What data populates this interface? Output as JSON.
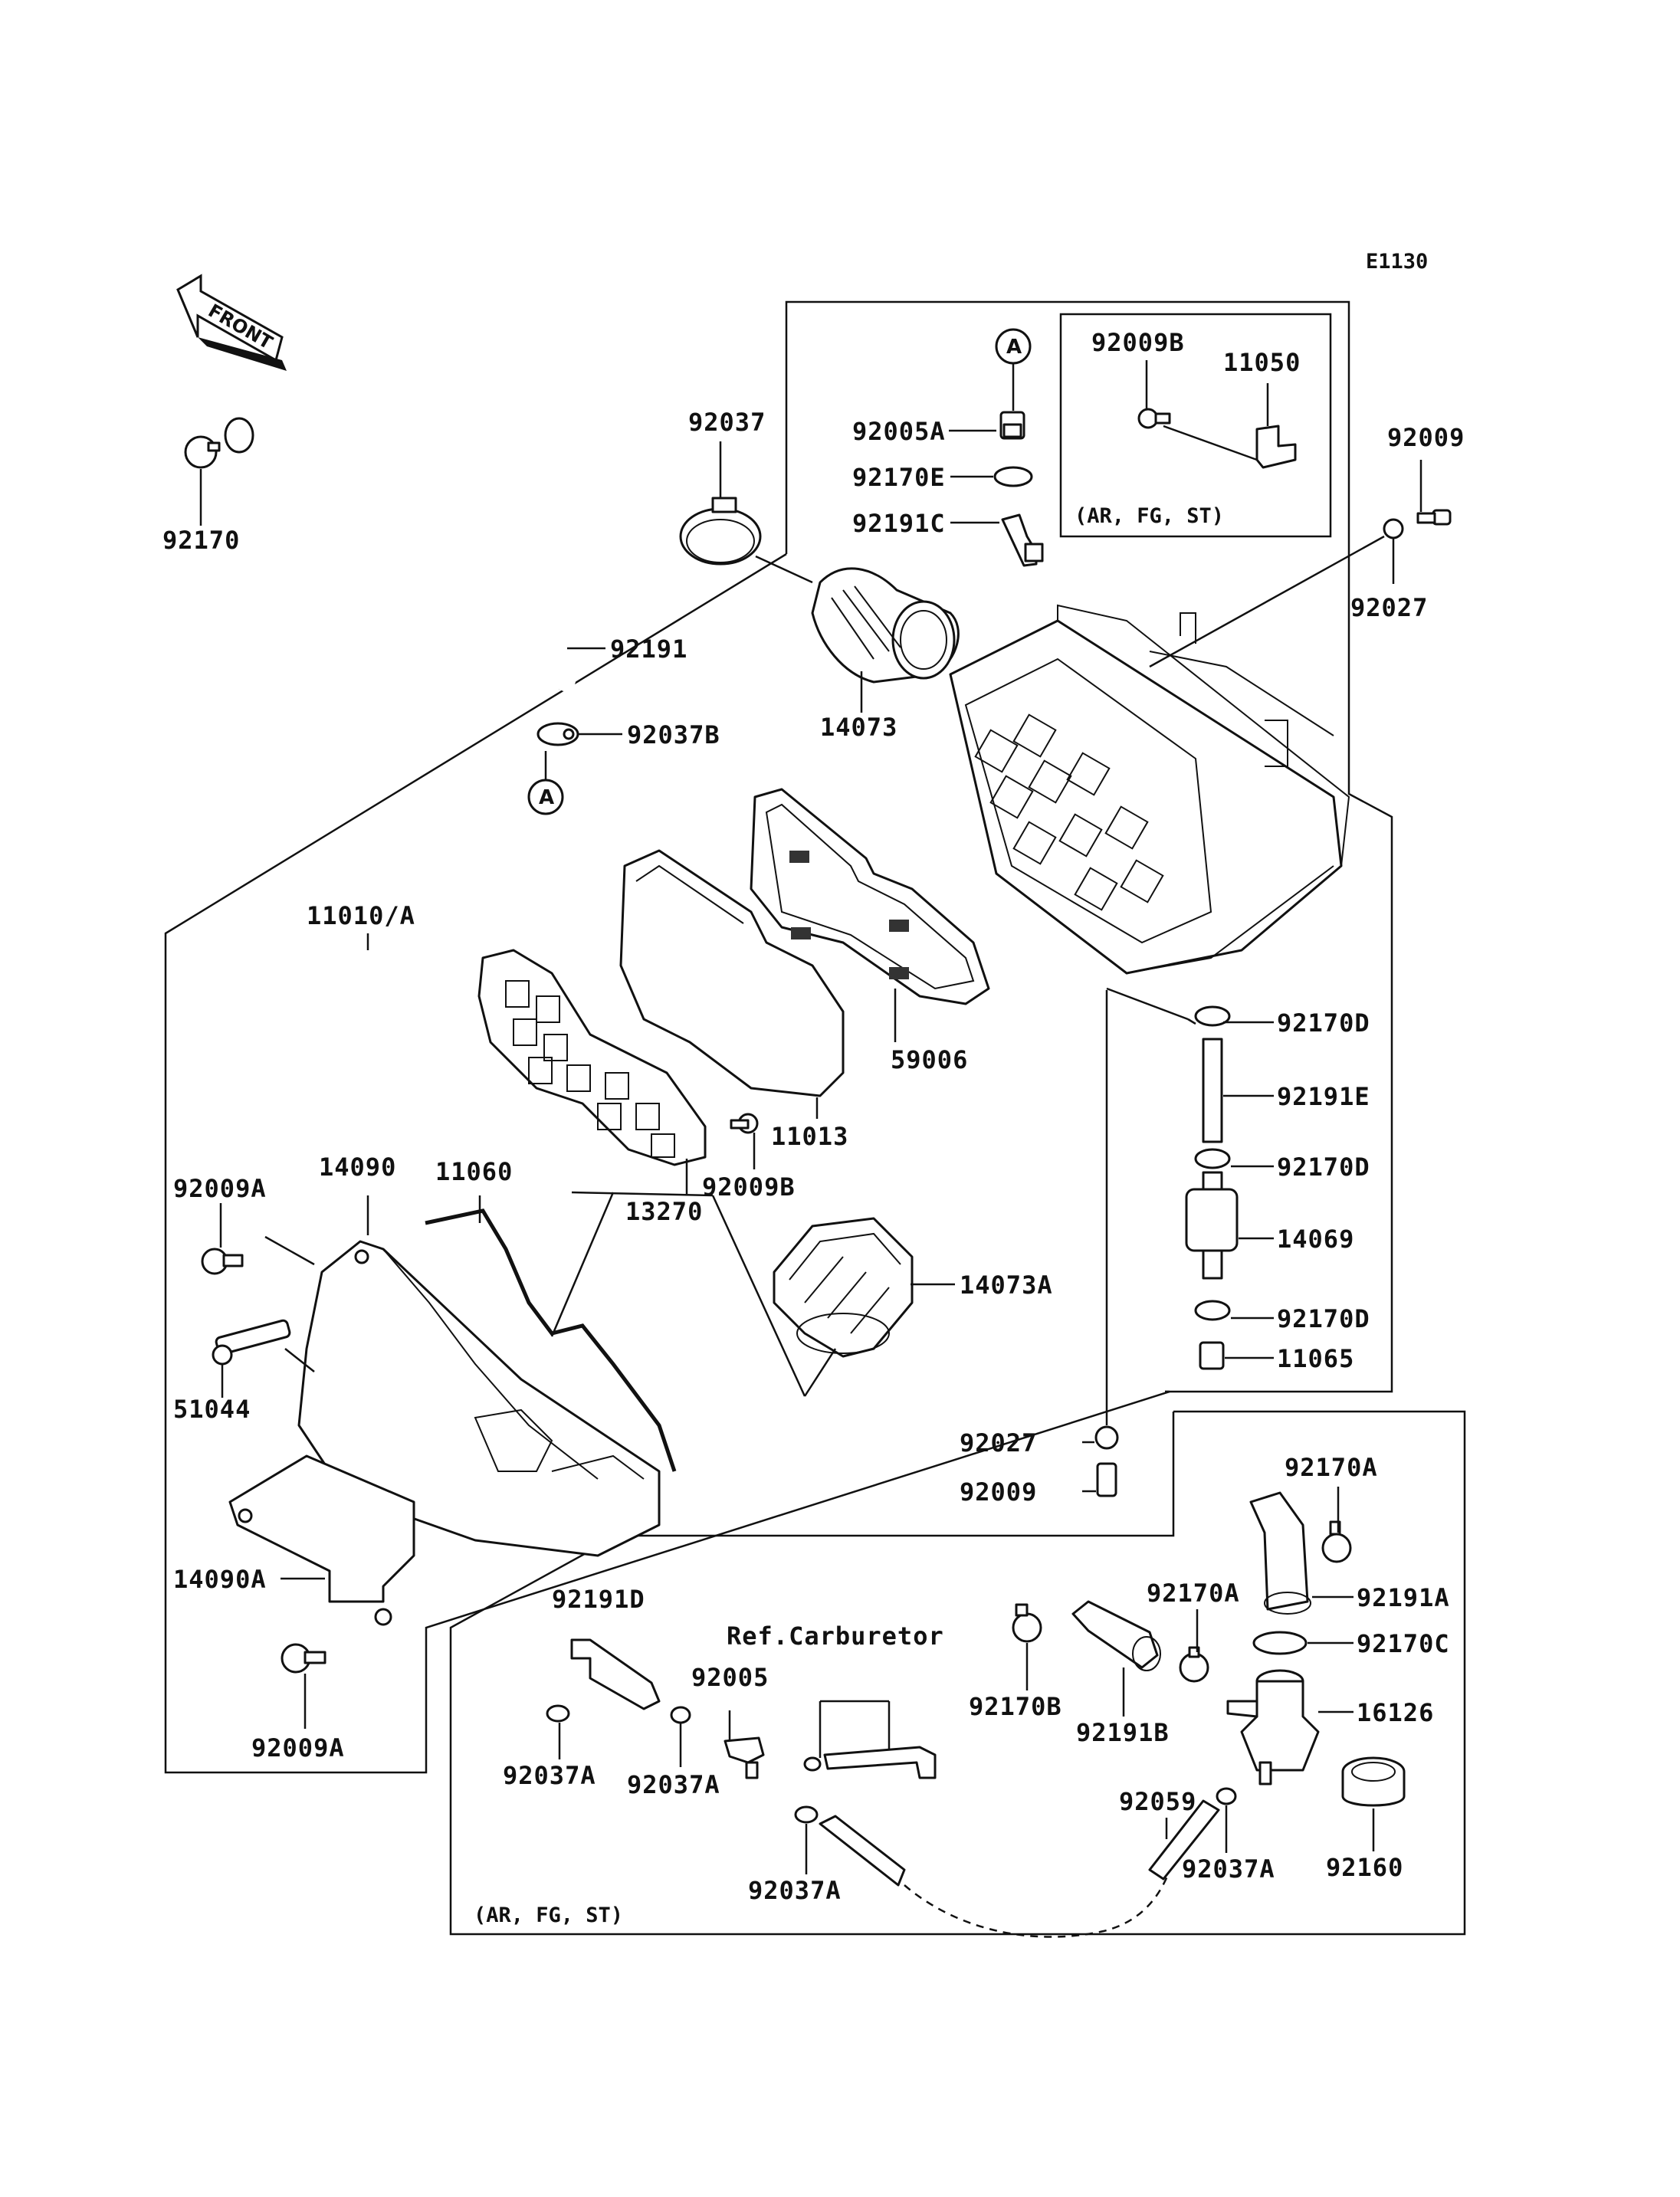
{
  "diagram_code": "E1130",
  "front_label": "FRONT",
  "region_note_top": "(AR, FG, ST)",
  "region_note_bottom": "(AR, FG, ST)",
  "ref_note": "Ref.Carburetor",
  "circle_marker": "A",
  "callouts": {
    "p92170": "92170",
    "p92191": "92191",
    "p92037B": "92037B",
    "p92037": "92037",
    "p92005A": "92005A",
    "p92170E": "92170E",
    "p92191C": "92191C",
    "p14073": "14073",
    "p92009B_top": "92009B",
    "p11050": "11050",
    "p92009_top": "92009",
    "p92027_top": "92027",
    "p11010A": "11010/A",
    "p59006": "59006",
    "p11013": "11013",
    "p13270": "13270",
    "p92009B_mid": "92009B",
    "p14090": "14090",
    "p11060": "11060",
    "p92009A_top": "92009A",
    "p51044": "51044",
    "p14073A": "14073A",
    "p92170D_1": "92170D",
    "p92191E": "92191E",
    "p92170D_2": "92170D",
    "p14069": "14069",
    "p92170D_3": "92170D",
    "p11065": "11065",
    "p92027_bot": "92027",
    "p92009_bot": "92009",
    "p14090A": "14090A",
    "p92009A_bot": "92009A",
    "p92170A_1": "92170A",
    "p92191A": "92191A",
    "p92170A_2": "92170A",
    "p92170C": "92170C",
    "p92170B": "92170B",
    "p92191B": "92191B",
    "p16126": "16126",
    "p92191D": "92191D",
    "p92005": "92005",
    "p92037A_1": "92037A",
    "p92037A_2": "92037A",
    "p92037A_3": "92037A",
    "p92059": "92059",
    "p92037A_4": "92037A",
    "p92160": "92160"
  }
}
